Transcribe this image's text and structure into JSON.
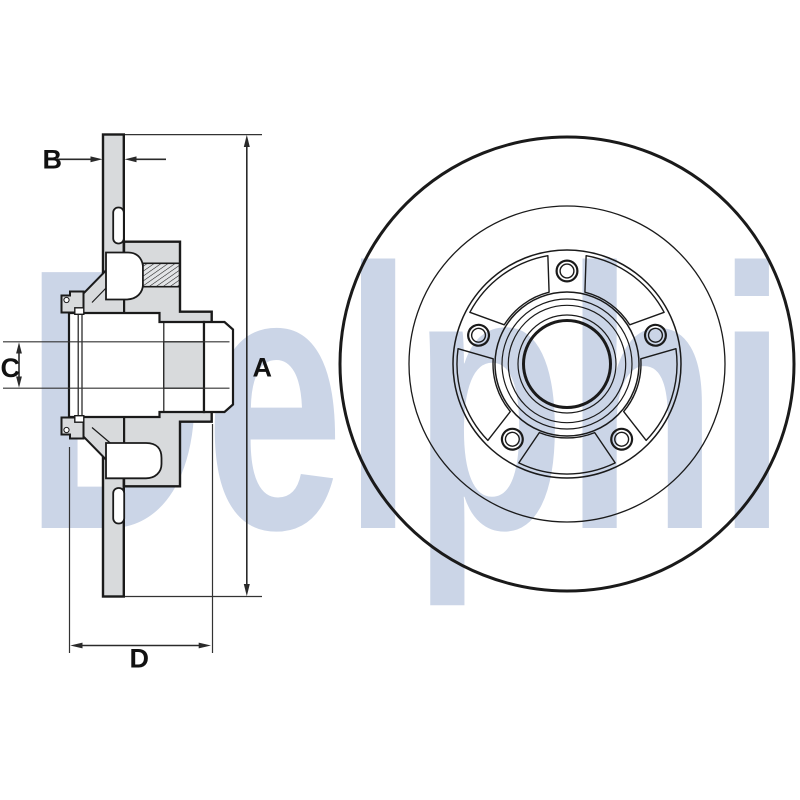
{
  "drawing": {
    "type": "brake-disc-technical-drawing",
    "brand_watermark": "Delphi",
    "views": {
      "cross_section": "left side sectional view of disc with wheel bearing hub",
      "front": "right side front view of disc"
    }
  },
  "watermark": {
    "text": "Delphi",
    "color": "#cbd5e7"
  },
  "dimensions": {
    "a": {
      "label": "A",
      "meaning": "disc outer diameter (vertical overall)"
    },
    "b": {
      "label": "B",
      "meaning": "disc thickness"
    },
    "c": {
      "label": "C",
      "meaning": "centre bore diameter"
    },
    "d": {
      "label": "D",
      "meaning": "hub overall width"
    }
  },
  "front_view": {
    "bolt_hole_count": "5",
    "opening_count": "5"
  },
  "colors": {
    "background": "#ffffff",
    "outline": "#1a1a1a",
    "section_fill": "#d8dadc",
    "dimension_lines": "#2a2a2a",
    "watermark": "#cbd5e7"
  }
}
